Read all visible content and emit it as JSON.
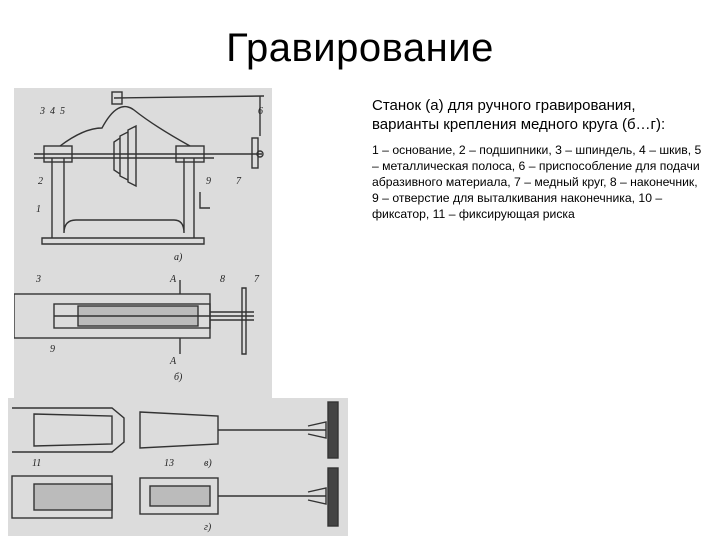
{
  "title": "Гравирование",
  "caption": "Станок (а) для ручного гравирования, варианты крепления медного круга (б…г):",
  "legend": "1 – основание, 2 – подшипники, 3 – шпиндель, 4 – шкив, 5 – металлическая полоса, 6 – приспособление для подачи абразивного материала, 7 – медный круг, 8 – наконечник, 9 – отверстие для выталкивания наконечника, 10 – фиксатор, 11 – фиксирующая риска",
  "figure_a": {
    "part_numbers": {
      "n1": "1",
      "n2": "2",
      "n3": "3",
      "n4": "4",
      "n5": "5",
      "n6": "6",
      "n7": "7",
      "n9": "9"
    },
    "sub_label": "а)"
  },
  "figure_b": {
    "part_numbers": {
      "n3": "3",
      "n8": "8",
      "n7": "7",
      "n9": "9"
    },
    "section_mark": "А",
    "sub_label": "б)"
  },
  "figure_c": {
    "part_numbers": {
      "n11": "11",
      "n13": "13"
    },
    "sub_label": "в)"
  },
  "figure_d": {
    "sub_label": "г)"
  }
}
